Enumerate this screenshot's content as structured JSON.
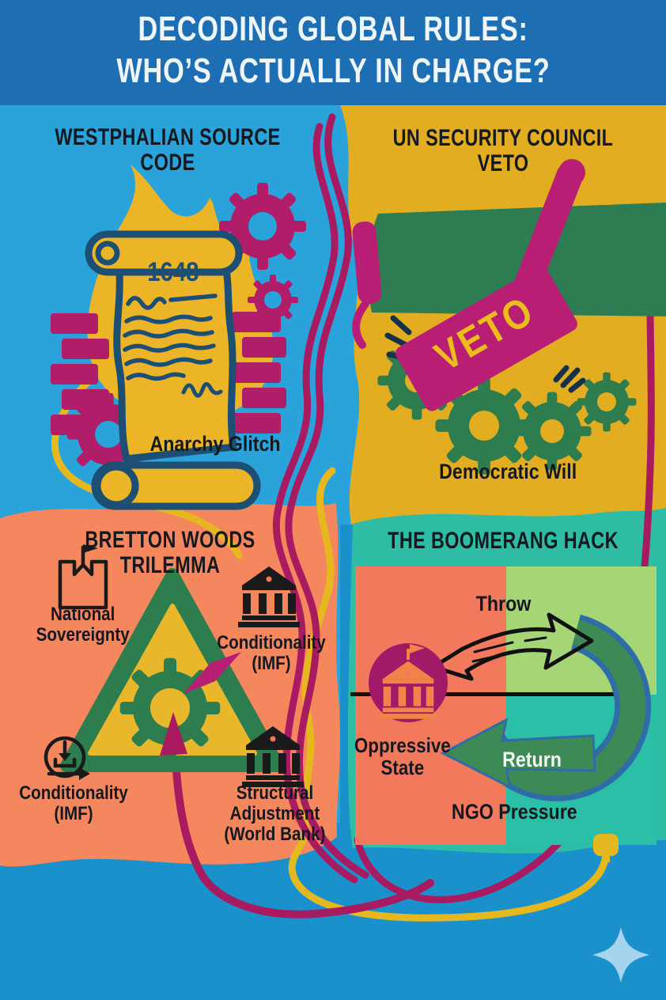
{
  "title": {
    "line1": "DECODING GLOBAL RULES:",
    "line2": "WHO’S ACTUALLY IN CHARGE?"
  },
  "sections": {
    "westphalian": {
      "title": "WESTPHALIAN SOURCE CODE",
      "scroll_year": "1648",
      "caption": "Anarchy Glitch"
    },
    "un_veto": {
      "title": "UN SECURITY COUNCIL VETO",
      "stamp_label": "VETO",
      "caption": "Democratic Will"
    },
    "bretton": {
      "title": "BRETTON WOODS TRILEMMA",
      "corner_top_label": "National\nSovereignty",
      "corner_right_label": "Conditionality\n(IMF)",
      "corner_left_label": "Conditionality\n(IMF)",
      "corner_bottom_label": "Structural\nAdjustment\n(World Bank)"
    },
    "boomerang": {
      "title": "THE BOOMERANG HACK",
      "throw_label": "Throw",
      "state_label": "Oppressive\nState",
      "return_label": "Return",
      "ngo_label": "NGO Pressure"
    }
  },
  "icons": {
    "westphalian": [
      "flame-icon",
      "scroll-icon",
      "gear-icon",
      "bricks-icon"
    ],
    "un_veto": [
      "veto-stamp-icon",
      "gear-icon",
      "impact-marks-icon"
    ],
    "bretton": [
      "castle-icon",
      "bank-icon",
      "gear-icon",
      "triangle-icon",
      "transfer-circle-icon",
      "up-arrow-icon"
    ],
    "boomerang": [
      "throw-arrow-icon",
      "boomerang-arc-icon",
      "return-arrow-icon",
      "bank-flag-circle-icon",
      "plug-icon"
    ],
    "footer": [
      "sparkle-icon"
    ]
  },
  "colors": {
    "title_band_blue": "#1e6eb3",
    "quadrant_cyan": "#2aa3da",
    "quadrant_yellow": "#e3ad22",
    "quadrant_orange": "#f5875f",
    "quadrant_teal": "#2ebda4",
    "panel_orange": "#f2795c",
    "panel_light_green": "#a5d575",
    "panel_teal": "#2cbfa8",
    "bottom_blue": "#1b91cc",
    "magenta": "#b3216f",
    "green": "#2e7d4f",
    "scroll_yellow": "#ecb527",
    "navy_outline": "#1d4e74",
    "boomerang_green": "#3d8a57",
    "boomerang_edge": "#2f6da8",
    "bank_orange": "#f08448",
    "text_black": "#15181f",
    "text_white": "#eef6fb",
    "sparkle_blue": "#a6d3ee"
  }
}
